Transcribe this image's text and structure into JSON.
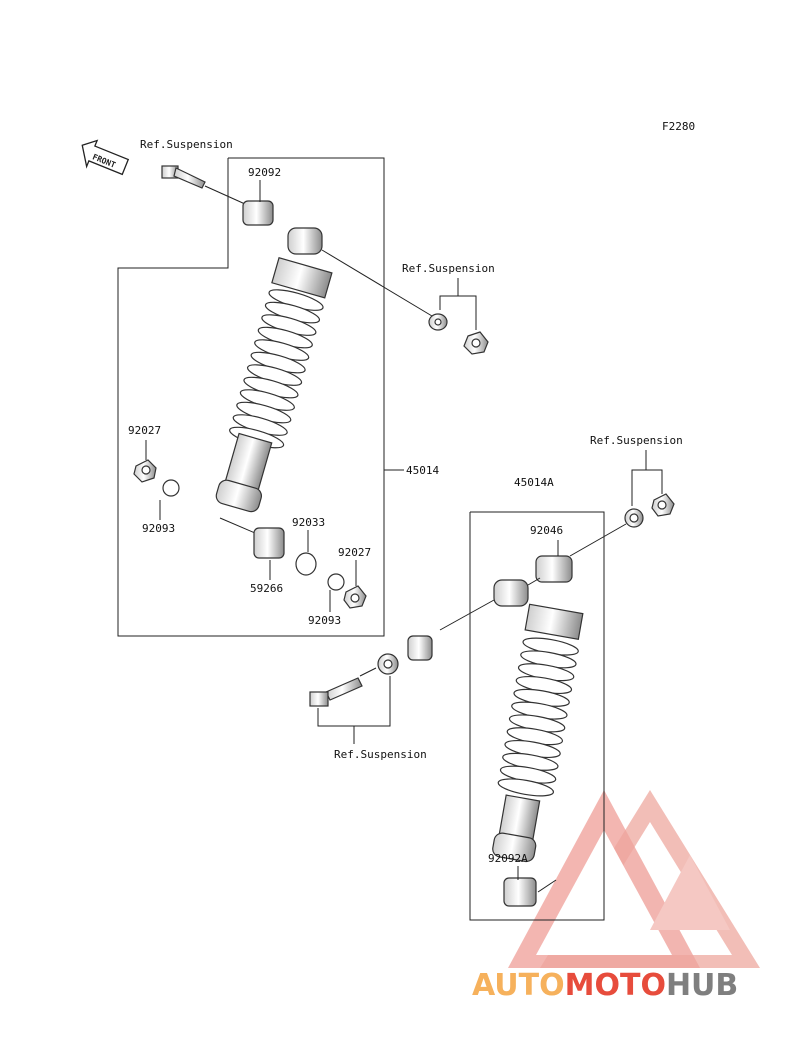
{
  "diagram": {
    "code": "F2280",
    "front_label": "FRONT",
    "ref_suspension": "Ref.Suspension",
    "parts": {
      "p92092": "92092",
      "p92027a": "92027",
      "p92093a": "92093",
      "p45014": "45014",
      "p45014A": "45014A",
      "p92033": "92033",
      "p92027b": "92027",
      "p59266": "59266",
      "p92093b": "92093",
      "p92046": "92046",
      "p92092A": "92092A"
    }
  },
  "watermark": {
    "part1": "AUTO",
    "part2": "MOTO",
    "part3": "HUB",
    "color_light": "#f6b15c",
    "color_red": "#e74c3c",
    "color_grey": "#7f7f7f"
  }
}
